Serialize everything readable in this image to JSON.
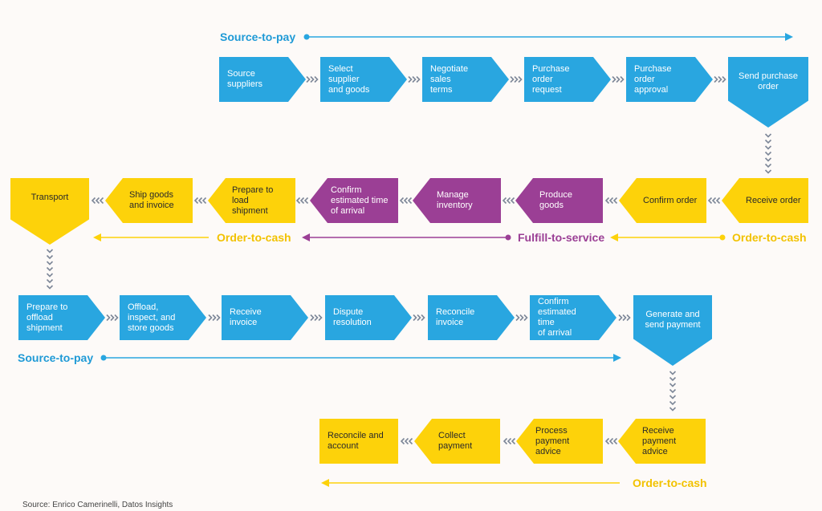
{
  "flows": {
    "source_to_pay_top": "Source-to-pay",
    "order_to_cash_right": "Order-to-cash",
    "fulfill_to_service": "Fulfill-to-service",
    "order_to_cash_left": "Order-to-cash",
    "source_to_pay_mid": "Source-to-pay",
    "order_to_cash_bottom": "Order-to-cash"
  },
  "row1": [
    "Source\nsuppliers",
    "Select supplier\nand goods",
    "Negotiate sales\nterms",
    "Purchase order\nrequest",
    "Purchase order\napproval",
    "Send purchase\norder"
  ],
  "row2": [
    "Receive order",
    "Confirm order",
    "Produce goods",
    "Manage\ninventory",
    "Confirm\nestimated time\nof arrival",
    "Prepare to load\nshipment",
    "Ship goods\nand invoice",
    "Transport"
  ],
  "row3": [
    "Prepare to\noffload\nshipment",
    "Offload,\ninspect, and\nstore goods",
    "Receive invoice",
    "Dispute\nresolution",
    "Reconcile\ninvoice",
    "Confirm\nestimated time\nof arrival",
    "Generate and\nsend payment"
  ],
  "row4": [
    "Receive\npayment advice",
    "Process\npayment advice",
    "Collect\npayment",
    "Reconcile and\naccount"
  ],
  "colors": {
    "blue": "#29a6e0",
    "yellow": "#fdd20a",
    "purple": "#9b3f95",
    "chevron": "#7d8798"
  },
  "source": "Source: Enrico Camerinelli, Datos Insights"
}
